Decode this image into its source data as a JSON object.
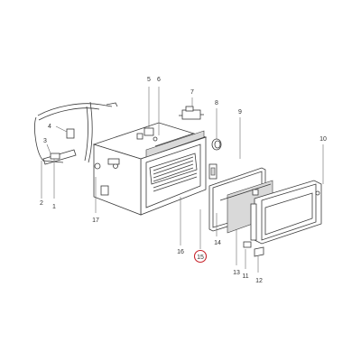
{
  "callouts": {
    "c1": "1",
    "c2": "2",
    "c3": "3",
    "c4": "4",
    "c5": "5",
    "c6": "6",
    "c7": "7",
    "c8": "8",
    "c9": "9",
    "c10": "10",
    "c11": "11",
    "c12": "12",
    "c13": "13",
    "c14": "14",
    "c15": "15",
    "c16": "16",
    "c17": "17"
  },
  "highlighted_part": "15",
  "colors": {
    "highlight": "#c8242c",
    "line": "#3a3a3a",
    "label": "#333333"
  }
}
